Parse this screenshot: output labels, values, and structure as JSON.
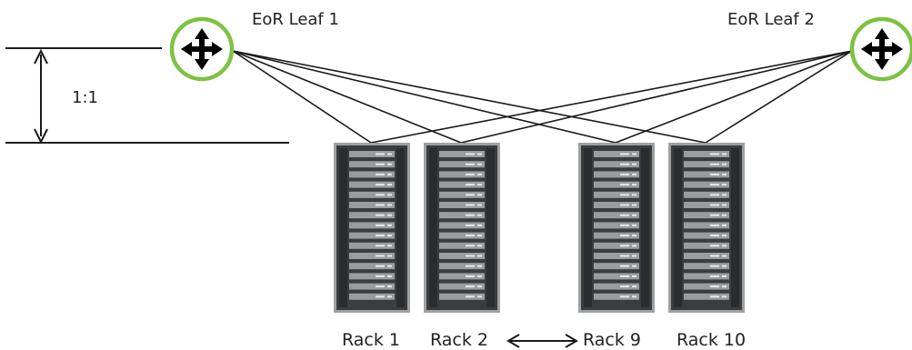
{
  "routers": [
    {
      "label": "EoR Leaf 1",
      "icon": "router-icon"
    },
    {
      "label": "EoR Leaf 2",
      "icon": "router-icon"
    }
  ],
  "ratio_label": "1:1",
  "racks": [
    {
      "label": "Rack 1"
    },
    {
      "label": "Rack 2"
    },
    {
      "label": "Rack 9"
    },
    {
      "label": "Rack 10"
    }
  ],
  "colors": {
    "router_ring": "#7dc242",
    "router_fill": "#ffffff",
    "arrows": "#000000",
    "rack_frame": "#3a3d40",
    "rack_border": "#9ea0a2",
    "rack_unit": "#9a9c9e",
    "lines": "#1a1a1a"
  }
}
